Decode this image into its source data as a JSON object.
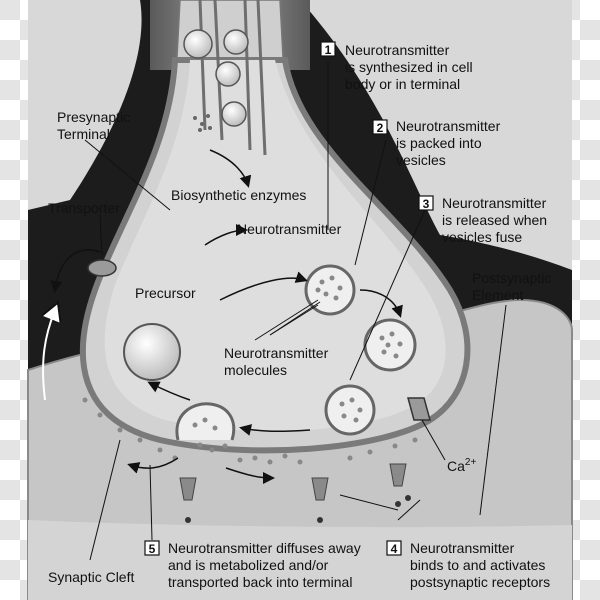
{
  "labels": {
    "presynaptic_terminal_1": "Presynaptic",
    "presynaptic_terminal_2": "Terminal",
    "transporter": "Transporter",
    "biosynthetic_enzymes": "Biosynthetic enzymes",
    "neurotransmitter": "Neurotransmitter",
    "precursor": "Precursor",
    "nt_molecules_1": "Neurotransmitter",
    "nt_molecules_2": "molecules",
    "postsynaptic_1": "Postsynaptic",
    "postsynaptic_2": "Element",
    "calcium": "Ca",
    "calcium_charge": "2+",
    "synaptic_cleft": "Synaptic Cleft"
  },
  "steps": [
    {
      "number": "1",
      "lines": [
        "Neurotransmitter",
        "is synthesized in cell",
        "body or in terminal"
      ]
    },
    {
      "number": "2",
      "lines": [
        "Neurotransmitter",
        "is packed into",
        "vesicles"
      ]
    },
    {
      "number": "3",
      "lines": [
        "Neurotransmitter",
        "is released when",
        "vesicles fuse"
      ]
    },
    {
      "number": "4",
      "lines": [
        "Neurotransmitter",
        "binds to and activates",
        "postsynaptic receptors"
      ]
    },
    {
      "number": "5",
      "lines": [
        "Neurotransmitter diffuses away",
        "and is metabolized and/or",
        "transported back into terminal"
      ]
    }
  ],
  "colors": {
    "background_dark": "#1c1c1c",
    "cytoplasm": "#d2d2d2",
    "membrane": "#9a9a9a",
    "postsynaptic": "#c6c6c6",
    "vesicle": "#f2f2f2"
  }
}
